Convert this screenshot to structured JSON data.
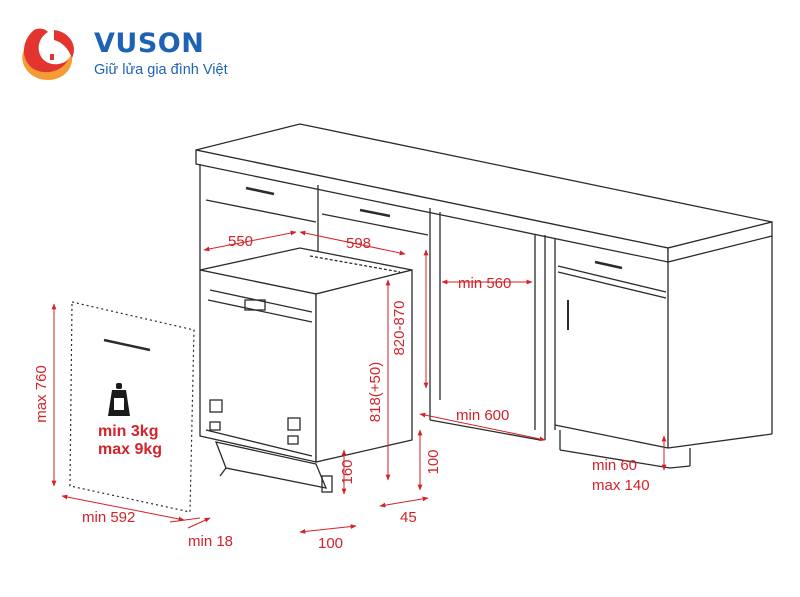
{
  "logo": {
    "brand": "VUSON",
    "slogan": "Giữ lửa gia đình Việt",
    "colors": {
      "brand_blue": "#1e62b4",
      "flame_red": "#e3342f",
      "flame_orange": "#f39c34"
    }
  },
  "dimensions": {
    "depth": "550",
    "width": "598",
    "niche_height": "820-870",
    "niche_depth": "min 560",
    "appliance_height": "818(+50)",
    "plinth_depth": "min 600",
    "door_height": "max 760",
    "door_weight_min": "min 3kg",
    "door_weight_max": "max 9kg",
    "door_width": "min 592",
    "door_thickness": "min 18",
    "plinth_height": "160",
    "plinth_setback": "100",
    "toe_kick": "100",
    "toe_clearance": "45",
    "feet_min": "min 60",
    "feet_max": "max 140"
  },
  "colors": {
    "dimension": "#d2232a",
    "line": "#2b2b2b"
  }
}
